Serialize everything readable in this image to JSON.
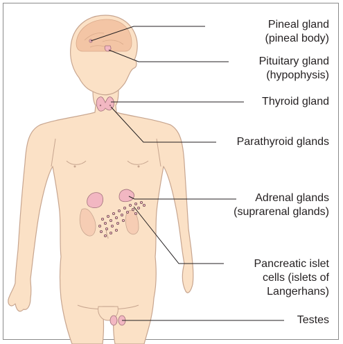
{
  "labels": {
    "pineal": {
      "line1": "Pineal gland",
      "line2": "(pineal body)"
    },
    "pituitary": {
      "line1": "Pituitary gland",
      "line2": "(hypophysis)"
    },
    "thyroid": {
      "line1": "Thyroid gland"
    },
    "parathyroid": {
      "line1": "Parathyroid glands"
    },
    "adrenal": {
      "line1": "Adrenal glands",
      "line2": "(suprarenal glands)"
    },
    "pancreatic": {
      "line1": "Pancreatic islet",
      "line2": "cells (islets of",
      "line3": "Langerhans)"
    },
    "testes": {
      "line1": "Testes"
    }
  },
  "colors": {
    "skin": "#fbe1c6",
    "outline": "#c7a58f",
    "brain": "#f3c5a5",
    "gland": "#f2b7c2",
    "gland_outline": "#a0707a",
    "leader": "#231f20",
    "frame": "#8a8a8a"
  }
}
